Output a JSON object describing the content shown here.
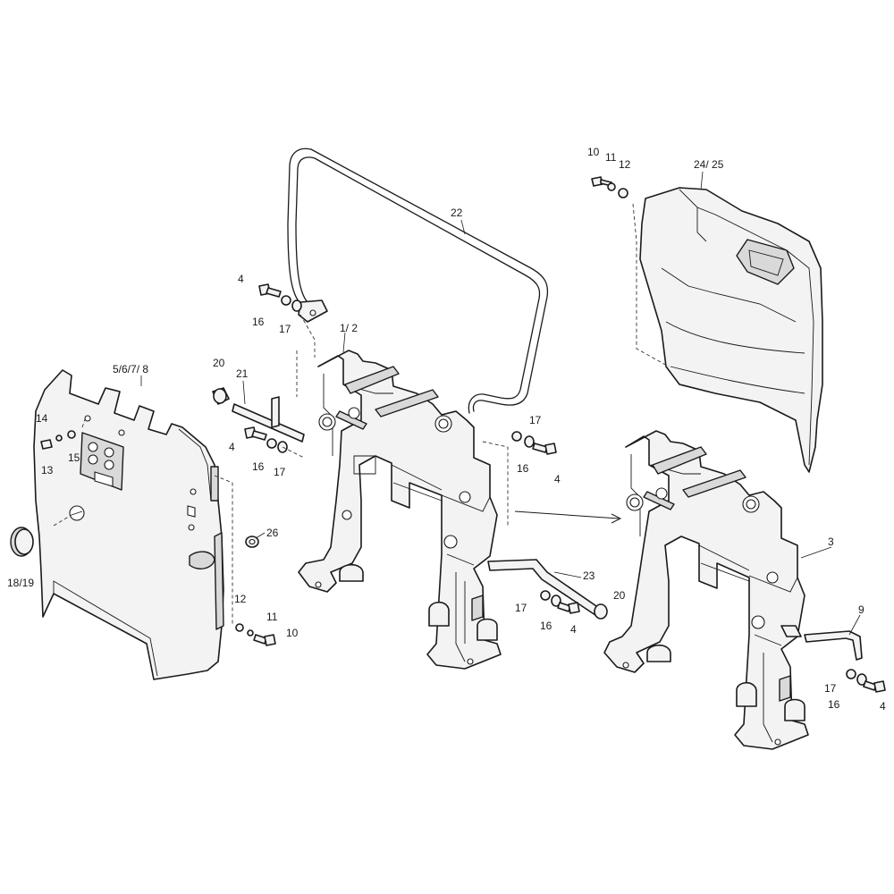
{
  "callouts": {
    "c_22": "22",
    "c_10_top": "10",
    "c_11_top": "11",
    "c_12_top": "12",
    "c_24_25": "24/ 25",
    "c_4_a": "4",
    "c_16_a": "16",
    "c_17_a": "17",
    "c_1_2": "1/ 2",
    "c_20_a": "20",
    "c_21": "21",
    "c_5_6_7_8": "5/6/7/ 8",
    "c_14": "14",
    "c_13": "13",
    "c_15": "15",
    "c_4_b": "4",
    "c_16_b": "16",
    "c_17_b": "17",
    "c_17_c": "17",
    "c_16_c": "16",
    "c_4_c": "4",
    "c_26": "26",
    "c_18_19": "18/19",
    "c_12_bot": "12",
    "c_11_bot": "11",
    "c_10_bot": "10",
    "c_23": "23",
    "c_20_b": "20",
    "c_17_d": "17",
    "c_16_d": "16",
    "c_4_d": "4",
    "c_3": "3",
    "c_9": "9",
    "c_17_e": "17",
    "c_16_e": "16",
    "c_4_e": "4"
  }
}
